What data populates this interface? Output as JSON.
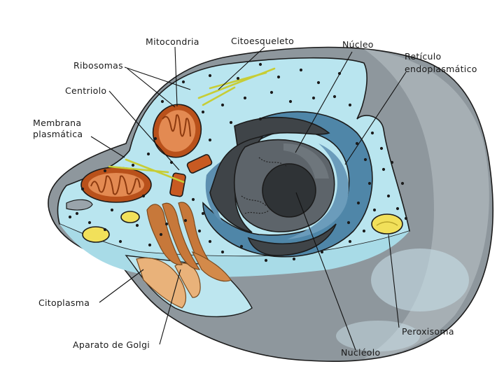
{
  "diagram": {
    "labels": {
      "mitocondria": "Mitocondria",
      "citoesqueleto": "Citoesqueleto",
      "nucleo": "Núcleo",
      "reticulo_1": "Retículo",
      "reticulo_2": "endoplasmático",
      "ribosomas": "Ribosomas",
      "centriolo": "Centriolo",
      "membrana_1": "Membrana",
      "membrana_2": "plasmática",
      "citoplasma": "Citoplasma",
      "golgi": "Aparato de Golgi",
      "peroxisoma": "Peroxisoma",
      "nucleolo": "Nucléolo"
    },
    "colors": {
      "membrane": "#9aa4ab",
      "membrane_dark": "#7d868c",
      "cytoplasm": "#b8e4ee",
      "nuclear_envelope": "#3f4448",
      "nucleus": "#5f666b",
      "nucleolus": "#2f3336",
      "er": "#4f86a8",
      "mitochondria": "#b9511b",
      "golgi": "#c7783a",
      "golgi_light": "#e9b27a",
      "peroxisome": "#f1e05a",
      "cytoskeleton": "#d4d94a",
      "ribosome": "#1c1c1c"
    }
  }
}
